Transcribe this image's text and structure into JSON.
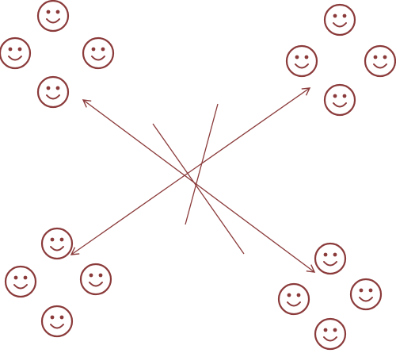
{
  "colors": {
    "stroke": "#8b3a3a",
    "background": "#ffffff"
  },
  "icons": {
    "face": "smiley-face-icon",
    "arrow": "arrowhead-icon"
  },
  "groups": [
    {
      "name": "top-left",
      "faces": [
        "smiley",
        "smiley",
        "smiley",
        "smiley"
      ]
    },
    {
      "name": "top-right",
      "faces": [
        "smiley",
        "smiley",
        "smiley",
        "smiley"
      ]
    },
    {
      "name": "bottom-left",
      "faces": [
        "smiley",
        "smiley",
        "smiley",
        "smiley"
      ]
    },
    {
      "name": "bottom-right",
      "faces": [
        "smiley",
        "smiley",
        "smiley",
        "smiley"
      ]
    }
  ],
  "connectors": [
    {
      "from": "bottom-left",
      "to": "top-right",
      "arrow": true
    },
    {
      "from": "top-left",
      "to": "bottom-right",
      "arrow": true
    },
    {
      "from": "top-right",
      "to": "bottom-left",
      "arrow": true
    },
    {
      "from": "bottom-right",
      "to": "top-left",
      "arrow": true
    },
    {
      "from": "center",
      "to": "center",
      "arrow": false
    },
    {
      "from": "center",
      "to": "center",
      "arrow": false
    }
  ]
}
